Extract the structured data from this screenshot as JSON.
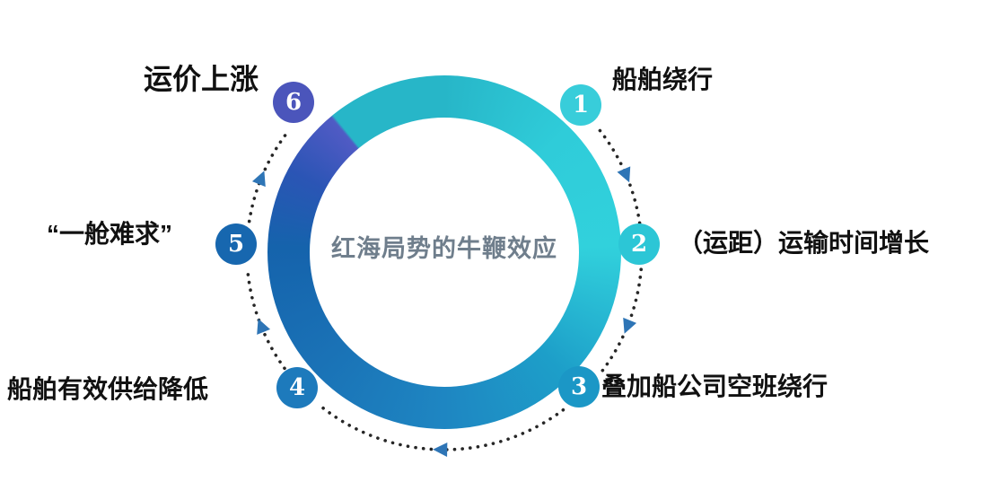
{
  "diagram": {
    "title": "红海局势的牛鞭效应",
    "nodes": [
      {
        "num": "1",
        "label": "船舶绕行",
        "color": "#38cdda"
      },
      {
        "num": "2",
        "label": "（运距）运输时间增长",
        "color": "#2cc6d6"
      },
      {
        "num": "3",
        "label": "叠加船公司空班绕行",
        "color": "#1b97c6"
      },
      {
        "num": "4",
        "label": "船舶有效供给降低",
        "color": "#1d7abc"
      },
      {
        "num": "5",
        "label": "“一舱难求”",
        "color": "#1767af"
      },
      {
        "num": "6",
        "label": "运价上涨",
        "color": "#4b55bb"
      }
    ],
    "ring": {
      "stops": [
        {
          "angle": 0,
          "color": "#27b6c8"
        },
        {
          "angle": 45,
          "color": "#2fccd9"
        },
        {
          "angle": 88,
          "color": "#31d1dc"
        },
        {
          "angle": 135,
          "color": "#1d9fc9"
        },
        {
          "angle": 180,
          "color": "#1e86c2"
        },
        {
          "angle": 228,
          "color": "#1a72b6"
        },
        {
          "angle": 272,
          "color": "#1563ac"
        },
        {
          "angle": 298,
          "color": "#2b55b5"
        },
        {
          "angle": 318,
          "color": "#4d5ac3"
        },
        {
          "angle": 320,
          "color": "#4f5cc4"
        },
        {
          "angle": 321,
          "color": "#27b6c8"
        },
        {
          "angle": 360,
          "color": "#27b6c8"
        }
      ]
    },
    "arrow_color": "#2e75b6",
    "dot_color": "#262626",
    "title_color": "#6f7e8c"
  }
}
